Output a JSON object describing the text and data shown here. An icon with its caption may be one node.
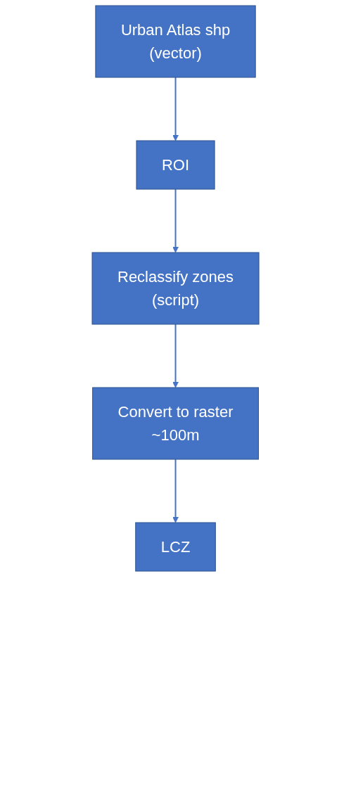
{
  "diagram": {
    "nodes": [
      {
        "text": [
          "Urban Atlas shp",
          "(vector)"
        ]
      },
      {
        "text": [
          "ROI"
        ]
      },
      {
        "text": [
          "Reclassify zones",
          "(script)"
        ]
      },
      {
        "text": [
          "Convert to raster",
          "~100m"
        ]
      },
      {
        "text": [
          "LCZ"
        ]
      }
    ],
    "edges": [
      {
        "from": 0,
        "to": 1,
        "arrow": "to"
      },
      {
        "from": 1,
        "to": 2,
        "arrow": "to"
      },
      {
        "from": 2,
        "to": 3,
        "arrow": "to"
      },
      {
        "from": 3,
        "to": 4,
        "arrow": "to"
      }
    ]
  }
}
